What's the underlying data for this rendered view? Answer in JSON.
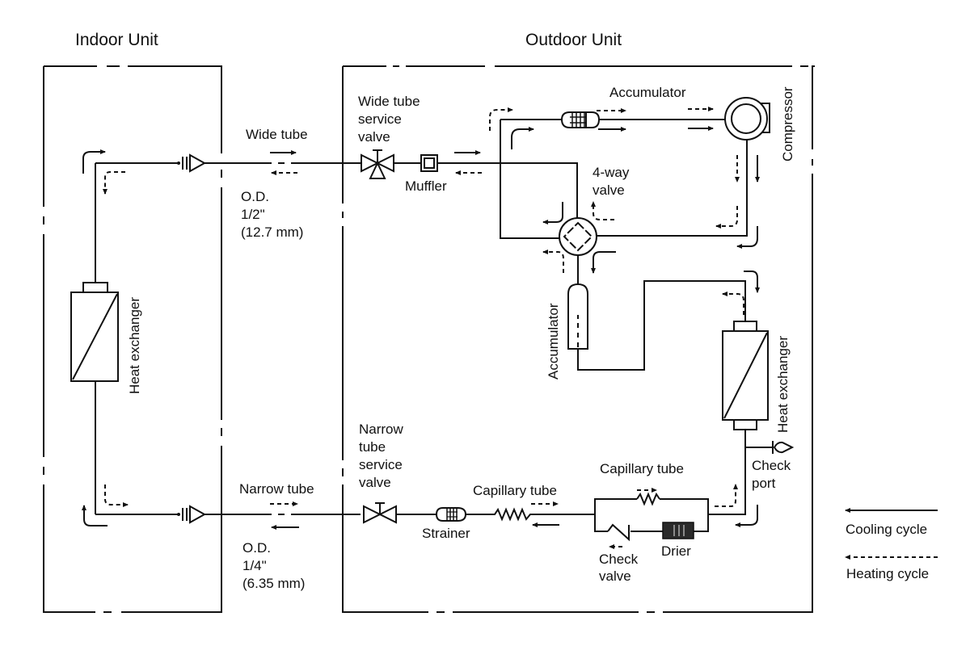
{
  "titles": {
    "indoor": "Indoor Unit",
    "outdoor": "Outdoor Unit"
  },
  "indoor": {
    "heat_exchanger": "Heat exchanger"
  },
  "connections": {
    "wide_tube": {
      "label": "Wide tube",
      "od_label": "O.D.",
      "size_in": "1/2\"",
      "size_mm": "(12.7 mm)"
    },
    "narrow_tube": {
      "label": "Narrow tube",
      "od_label": "O.D.",
      "size_in": "1/4\"",
      "size_mm": "(6.35 mm)"
    }
  },
  "outdoor": {
    "wide_valve": [
      "Wide tube",
      "service",
      "valve"
    ],
    "muffler": "Muffler",
    "accumulator_top": "Accumulator",
    "compressor": "Compressor",
    "four_way": [
      "4-way",
      "valve"
    ],
    "accumulator_mid": "Accumulator",
    "heat_exchanger": "Heat exchanger",
    "check_port": [
      "Check",
      "port"
    ],
    "narrow_valve": [
      "Narrow",
      "tube",
      "service",
      "valve"
    ],
    "strainer": "Strainer",
    "capillary_1": "Capillary tube",
    "capillary_2": "Capillary tube",
    "check_valve": [
      "Check",
      "valve"
    ],
    "drier": "Drier"
  },
  "legend": {
    "cooling": "Cooling cycle",
    "heating": "Heating cycle"
  }
}
